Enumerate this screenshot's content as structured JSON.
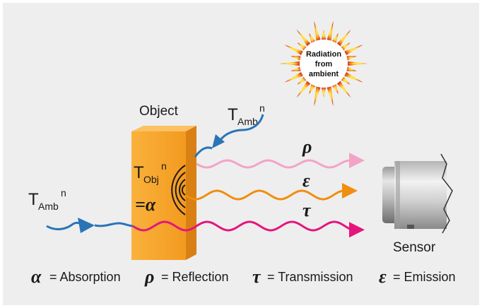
{
  "sun": {
    "line1": "Radiation",
    "line2": "from",
    "line3": "ambient"
  },
  "labels": {
    "object": "Object",
    "sensor": "Sensor",
    "t": "T",
    "amb_sub": "Amb",
    "obj_sub": "Obj",
    "exp": "n",
    "eq_alpha": "=α"
  },
  "rays": {
    "rho": "ρ",
    "epsilon": "ε",
    "tau": "τ"
  },
  "legend": [
    {
      "symbol": "α",
      "text": "= Absorption"
    },
    {
      "symbol": "ρ",
      "text": "= Reflection"
    },
    {
      "symbol": "τ",
      "text": "= Transmission"
    },
    {
      "symbol": "ε",
      "text": "= Emission"
    }
  ],
  "colors": {
    "background": "#eeeeee",
    "object_face": "#f7a42a",
    "object_side": "#d97f12",
    "reflection": "#f2a4c6",
    "emission": "#ef8e10",
    "transmission": "#e4157c",
    "ambient_ray": "#2a74b8",
    "sun_inner": "#ffd34d",
    "sun_outer": "#d9431a"
  }
}
